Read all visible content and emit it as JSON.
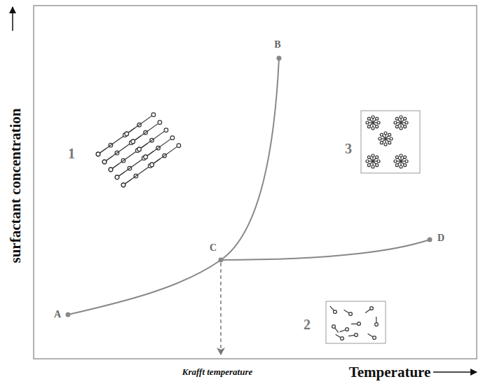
{
  "diagram": {
    "labels": [
      "surfactant concentration",
      "Temperature",
      "Krafft temperature",
      "A",
      "B",
      "C",
      "D",
      "1",
      "2",
      "3"
    ]
  }
}
